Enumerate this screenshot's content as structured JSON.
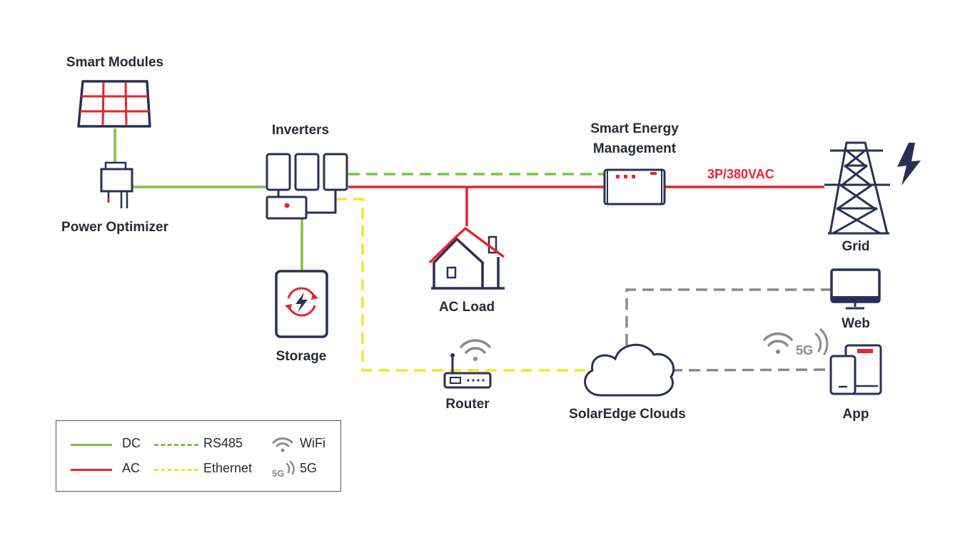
{
  "colors": {
    "dc": "#7cc242",
    "ac": "#e5252f",
    "ethernet": "#f2e72b",
    "cloud_link": "#8a8a8a",
    "navy": "#2a2f55",
    "bolt": "#2a2f55"
  },
  "nodes": {
    "smart_modules": "Smart Modules",
    "power_optimizer": "Power Optimizer",
    "inverters": "Inverters",
    "storage": "Storage",
    "ac_load": "AC Load",
    "smart_energy_management_line1": "Smart Energy",
    "smart_energy_management_line2": "Management",
    "grid": "Grid",
    "grid_voltage": "3P/380VAC",
    "router": "Router",
    "solaredge_clouds": "SolarEdge Clouds",
    "web": "Web",
    "app": "App",
    "app_5g_tag": "5G"
  },
  "icons": [
    "solar-panel-icon",
    "optimizer-icon",
    "inverter-icon",
    "storage-icon",
    "house-icon",
    "energy-meter-icon",
    "pylon-icon",
    "lightning-bolt-icon",
    "router-icon",
    "wifi-icon",
    "cloud-icon",
    "monitor-icon",
    "mobile-devices-icon",
    "5g-icon"
  ],
  "legend": {
    "dc": "DC",
    "ac": "AC",
    "rs485": "RS485",
    "ethernet": "Ethernet",
    "wifi": "WiFi",
    "five_g": "5G",
    "five_g_tag": "5G"
  }
}
